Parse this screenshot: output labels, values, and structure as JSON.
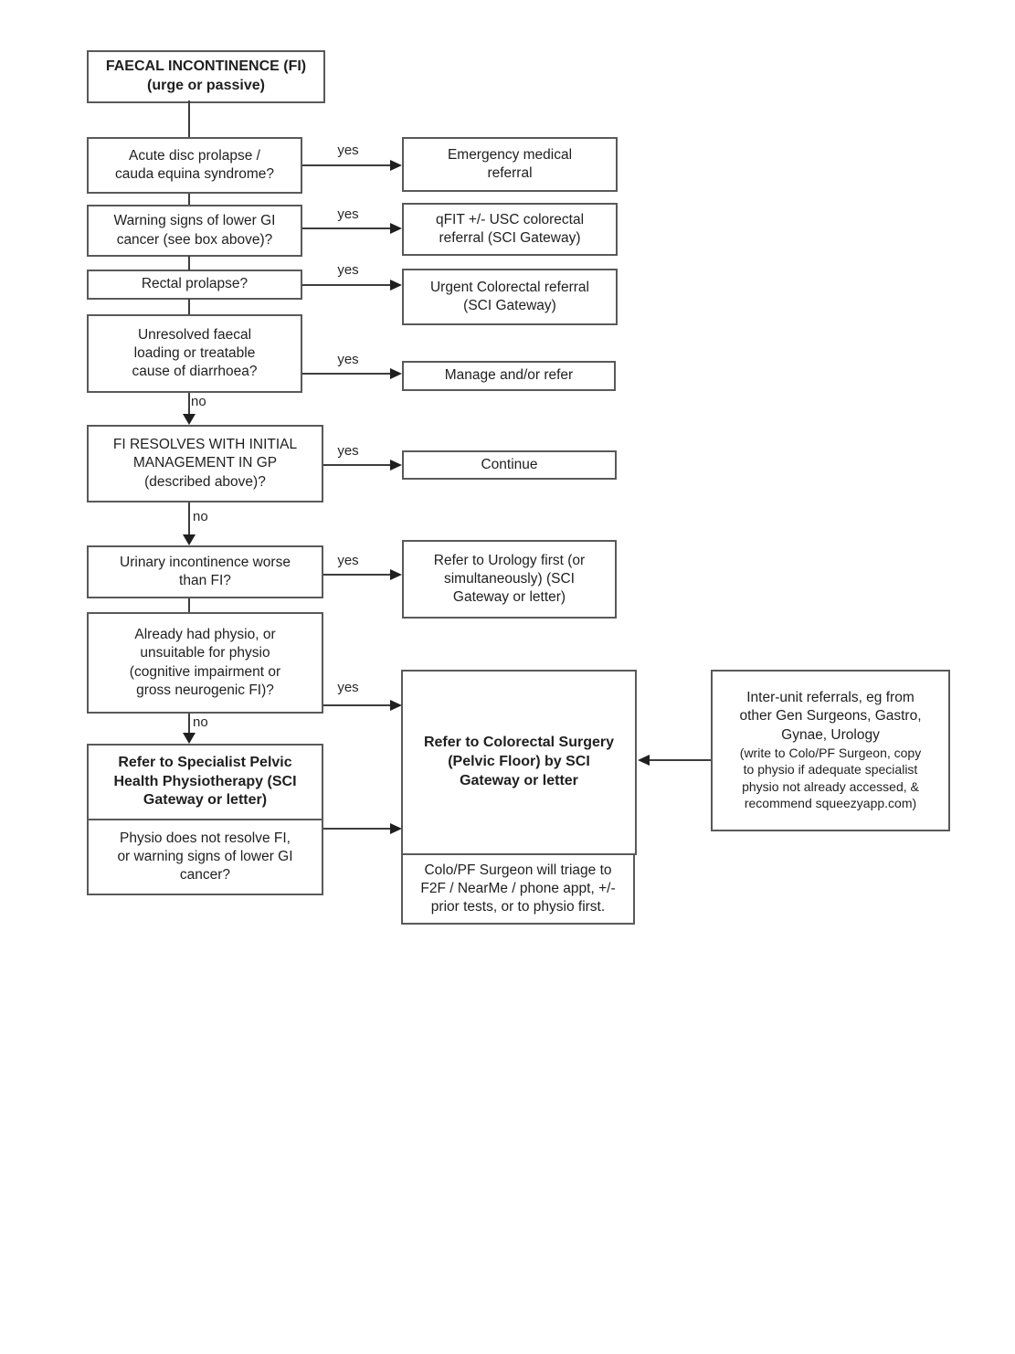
{
  "labels": {
    "yes": "yes",
    "no": "no"
  },
  "nodes": {
    "start": "FAECAL INCONTINENCE (FI)\n(urge or passive)",
    "q_disc": "Acute disc prolapse /\ncauda equina syndrome?",
    "a_emergency": "Emergency medical\nreferral",
    "q_cancer": "Warning signs of lower GI\ncancer (see box above)?",
    "a_qfit": "qFIT +/- USC colorectal\nreferral (SCI Gateway)",
    "q_prolapse": "Rectal prolapse?",
    "a_urgent": "Urgent Colorectal referral\n(SCI Gateway)",
    "q_loading": "Unresolved faecal\nloading or treatable\ncause of diarrhoea?",
    "a_manage": "Manage and/or refer",
    "q_resolves": "FI RESOLVES WITH INITIAL\nMANAGEMENT IN GP\n(described above)?",
    "a_continue": "Continue",
    "q_urinary": "Urinary incontinence worse\nthan FI?",
    "a_urology": "Refer to Urology first (or\nsimultaneously) (SCI\nGateway or letter)",
    "q_physio_history": "Already had physio, or\nunsuitable for physio\n(cognitive impairment or\ngross neurogenic FI)?",
    "physio_referral": "Refer to Specialist Pelvic\nHealth Physiotherapy (SCI\nGateway or letter)",
    "q_physio_fail": "Physio does not resolve FI,\nor warning signs of lower GI\ncancer?",
    "colorectal_referral": "Refer to Colorectal Surgery\n(Pelvic Floor) by SCI\nGateway or letter",
    "triage_note": "Colo/PF Surgeon will triage to\nF2F / NearMe / phone appt, +/-\nprior tests, or to physio first.",
    "interunit_main": "Inter-unit referrals, eg from\nother Gen Surgeons, Gastro,\nGynae, Urology",
    "interunit_note": "(write to Colo/PF Surgeon, copy\nto physio if adequate specialist\nphysio not already accessed, &\nrecommend squeezyapp.com)"
  }
}
